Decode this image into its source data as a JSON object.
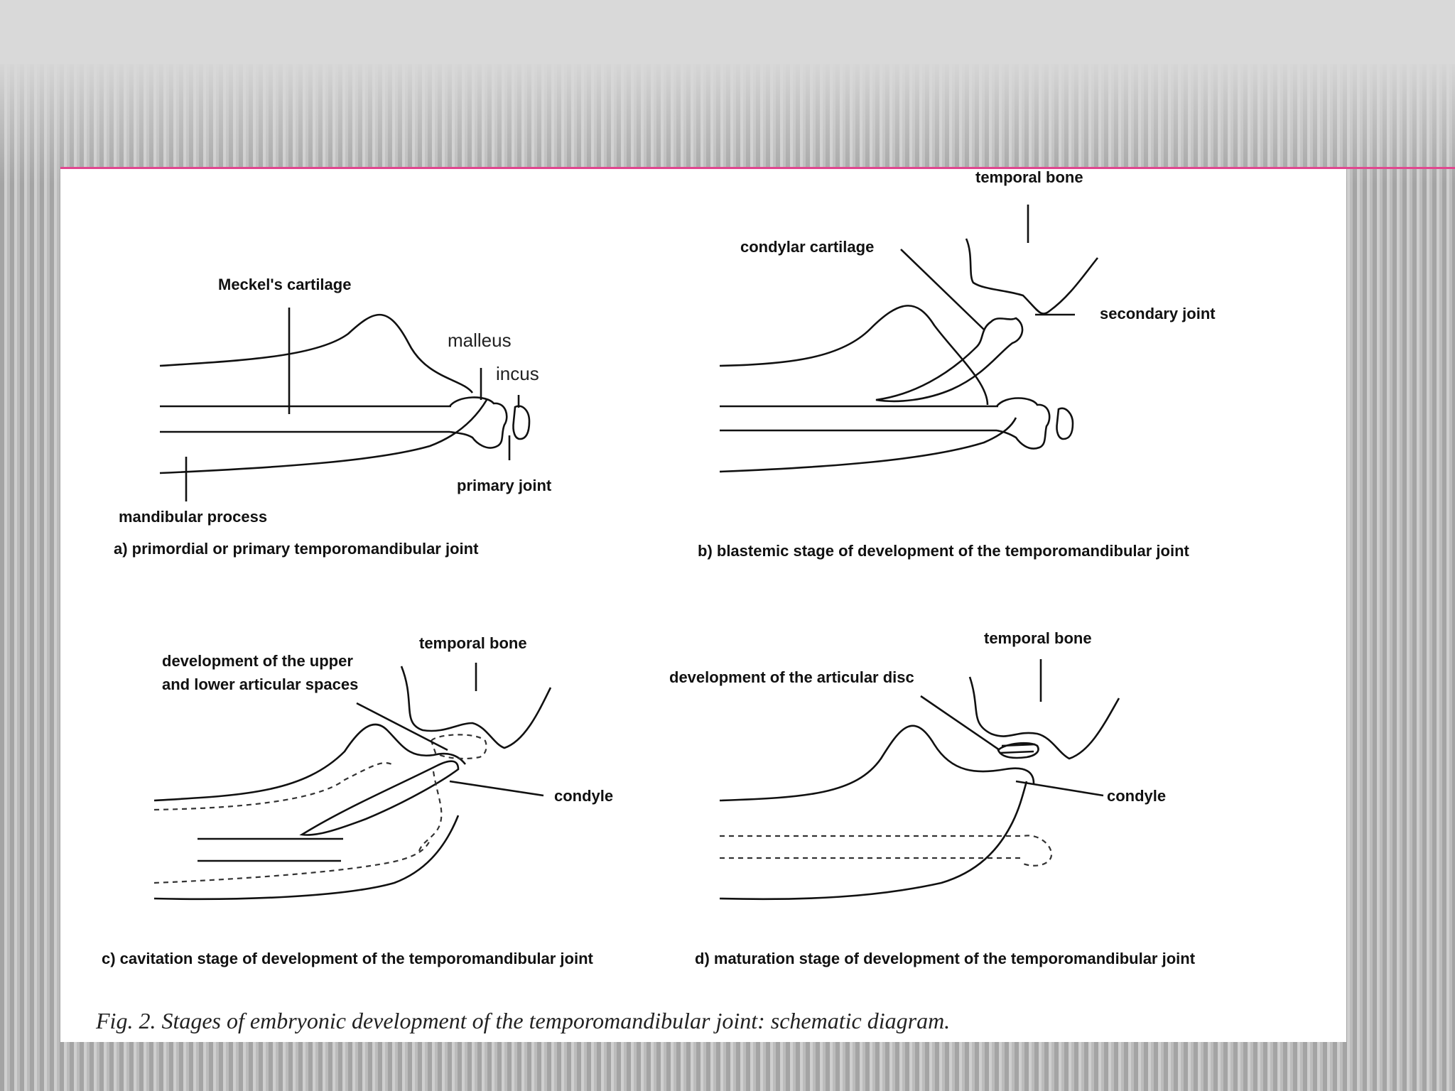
{
  "figure": {
    "panel_a": {
      "labels": {
        "meckels_cartilage": "Meckel's cartilage",
        "malleus": "malleus",
        "incus": "incus",
        "primary_joint": "primary joint",
        "mandibular_process": "mandibular process"
      },
      "caption": "a) primordial or primary temporomandibular joint"
    },
    "panel_b": {
      "labels": {
        "temporal_bone": "temporal bone",
        "condylar_cartilage": "condylar cartilage",
        "secondary_joint": "secondary joint"
      },
      "caption": "b) blastemic stage of development of the temporomandibular joint"
    },
    "panel_c": {
      "labels": {
        "temporal_bone": "temporal bone",
        "articular_spaces_line1": "development of the upper",
        "articular_spaces_line2": "and lower articular spaces",
        "condyle": "condyle"
      },
      "caption": "c) cavitation stage of development of the temporomandibular joint"
    },
    "panel_d": {
      "labels": {
        "temporal_bone": "temporal bone",
        "articular_disc": "development  of the articular disc",
        "condyle": "condyle"
      },
      "caption": "d) maturation stage of development of the temporomandibular joint"
    },
    "caption": "Fig. 2. Stages of embryonic development of the temporomandibular joint: schematic diagram."
  },
  "colors": {
    "accent_line": "#e0478f",
    "panel_background": "#ffffff",
    "background_stripes": "#a4a4a4"
  }
}
